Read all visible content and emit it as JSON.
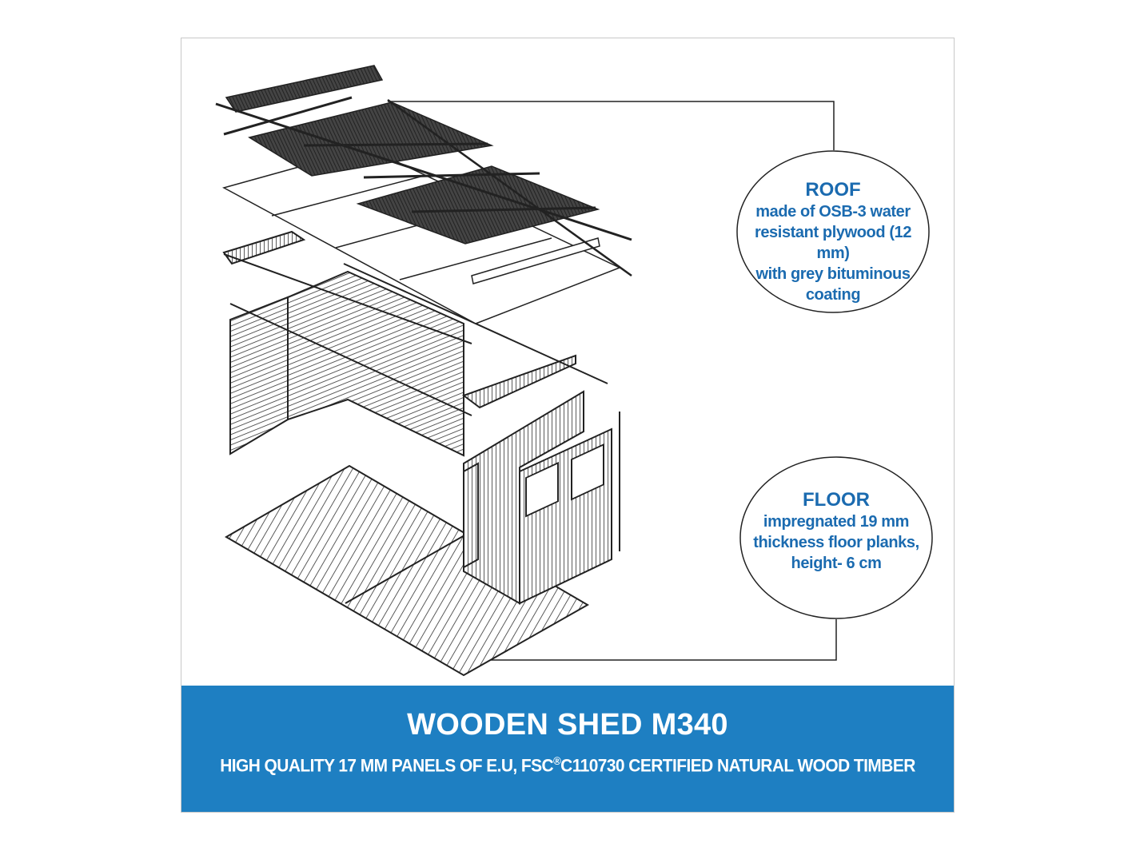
{
  "callouts": {
    "roof": {
      "heading": "ROOF",
      "lines": [
        "made of OSB-3 water",
        "resistant plywood (12 mm)",
        "with grey bituminous",
        "coating"
      ]
    },
    "floor": {
      "heading": "FLOOR",
      "lines": [
        "impregnated 19 mm",
        "thickness floor planks,",
        "height- 6 cm"
      ]
    }
  },
  "banner": {
    "title": "WOODEN SHED M340",
    "subtitle_before": "HIGH QUALITY 17 MM PANELS OF E.U, FSC",
    "registered_mark": "®",
    "subtitle_after": "C110730 CERTIFIED NATURAL WOOD TIMBER"
  },
  "colors": {
    "accent": "#1e7fc2",
    "callout_text": "#1b6bb0"
  }
}
